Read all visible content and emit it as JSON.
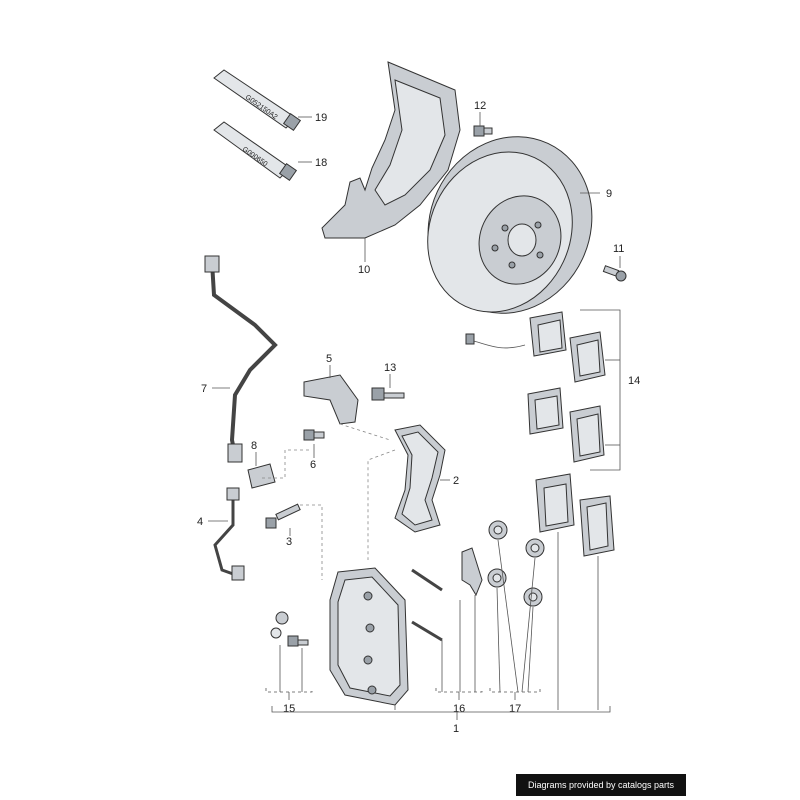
{
  "labels": {
    "p1": "1",
    "p2": "2",
    "p3": "3",
    "p4": "4",
    "p5": "5",
    "p6": "6",
    "p7": "7",
    "p8": "8",
    "p9": "9",
    "p10": "10",
    "p11": "11",
    "p12": "12",
    "p13": "13",
    "p14": "14",
    "p15": "15",
    "p16": "16",
    "p17": "17",
    "p18": "18",
    "p19": "19"
  },
  "tube_text": {
    "t19": "G052150A2",
    "t18": "G000650"
  },
  "footer": "Diagrams provided by catalogs parts"
}
